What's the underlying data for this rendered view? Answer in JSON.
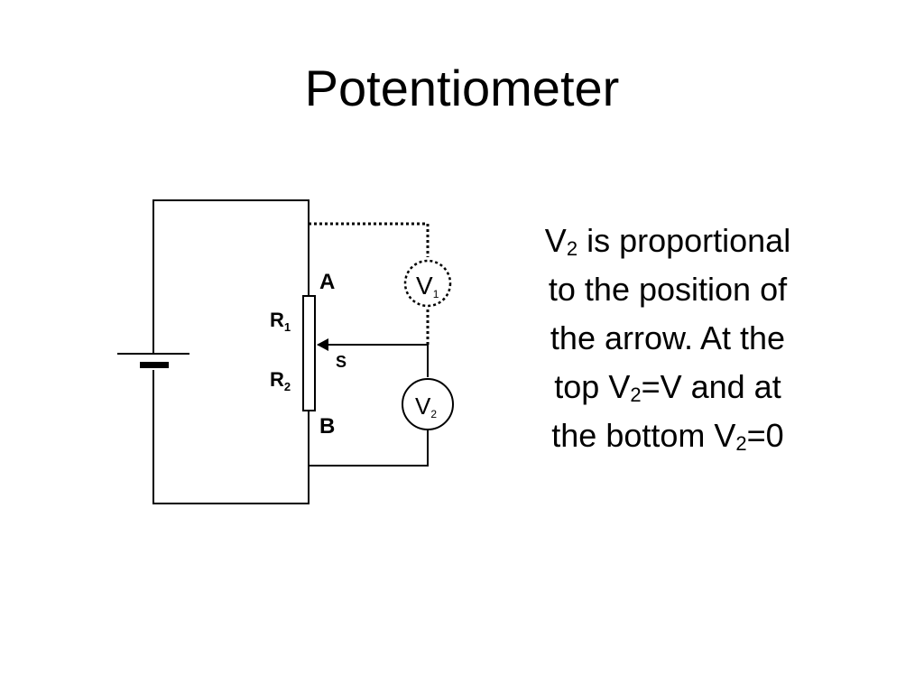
{
  "slide": {
    "title": "Potentiometer"
  },
  "circuit": {
    "labels": {
      "terminal_a": "A",
      "terminal_b": "B",
      "resistor_1": "R",
      "resistor_1_sub": "1",
      "resistor_2": "R",
      "resistor_2_sub": "2",
      "slider": "S",
      "voltmeter_1": "V",
      "voltmeter_1_sub": "1",
      "voltmeter_2": "V",
      "voltmeter_2_sub": "2"
    }
  },
  "caption": {
    "line1": {
      "pre": "V",
      "sub": "2",
      "post": " is proportional"
    },
    "line2": "to the position of",
    "line3": "the arrow. At the",
    "line4": {
      "pre": "top V",
      "sub": "2",
      "post": "=V and at"
    },
    "line5": {
      "pre": "the bottom V",
      "sub": "2",
      "post": "=0"
    }
  },
  "colors": {
    "ink": "#000000",
    "background": "#ffffff"
  }
}
